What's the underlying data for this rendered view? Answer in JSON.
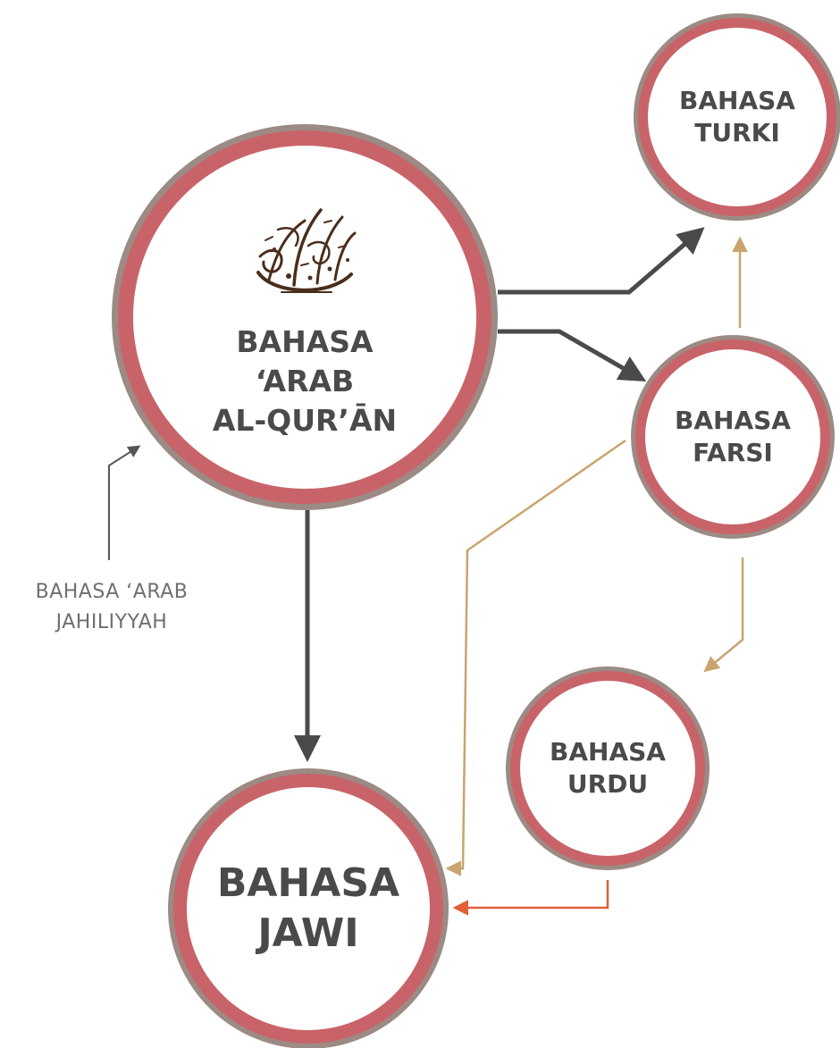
{
  "nodes": {
    "arab_quran": {
      "line1": "BAHASA",
      "line2": "‘ARAB",
      "line3": "AL-QUR’ĀN"
    },
    "turki": {
      "line1": "BAHASA",
      "line2": "TURKI"
    },
    "farsi": {
      "line1": "BAHASA",
      "line2": "FARSI"
    },
    "urdu": {
      "line1": "BAHASA",
      "line2": "URDU"
    },
    "jawi": {
      "line1": "BAHASA",
      "line2": "JAWI"
    }
  },
  "annotation": {
    "line1": "BAHASA ‘ARAB",
    "line2": "JAHILIYYAH"
  },
  "edges": [
    {
      "from": "Bahasa ‘Arab Jahiliyyah",
      "to": "Bahasa ‘Arab Al-Qur’ān",
      "color": "#555555"
    },
    {
      "from": "Bahasa ‘Arab Al-Qur’ān",
      "to": "Bahasa Turki",
      "color": "#4a4a4a"
    },
    {
      "from": "Bahasa ‘Arab Al-Qur’ān",
      "to": "Bahasa Farsi",
      "color": "#4a4a4a"
    },
    {
      "from": "Bahasa ‘Arab Al-Qur’ān",
      "to": "Bahasa Jawi",
      "color": "#4a4a4a"
    },
    {
      "from": "Bahasa Farsi",
      "to": "Bahasa Turki",
      "color": "#c9a46e"
    },
    {
      "from": "Bahasa Farsi",
      "to": "Bahasa Urdu",
      "color": "#c9a46e"
    },
    {
      "from": "Bahasa Farsi",
      "to": "Bahasa Jawi",
      "color": "#c9a46e"
    },
    {
      "from": "Bahasa Urdu",
      "to": "Bahasa Jawi",
      "color": "#e0603a"
    }
  ],
  "colors": {
    "ring": "#c86469",
    "outer_ring": "#9b8b84",
    "text": "#4a4a4a",
    "dark_arrow": "#4a4a4a",
    "tan_arrow": "#c9a46e",
    "orange_arrow": "#e0603a",
    "calligraphy": "#4a2e1c"
  },
  "icons": {
    "quran_emblem": "quran-calligraphy-icon"
  }
}
